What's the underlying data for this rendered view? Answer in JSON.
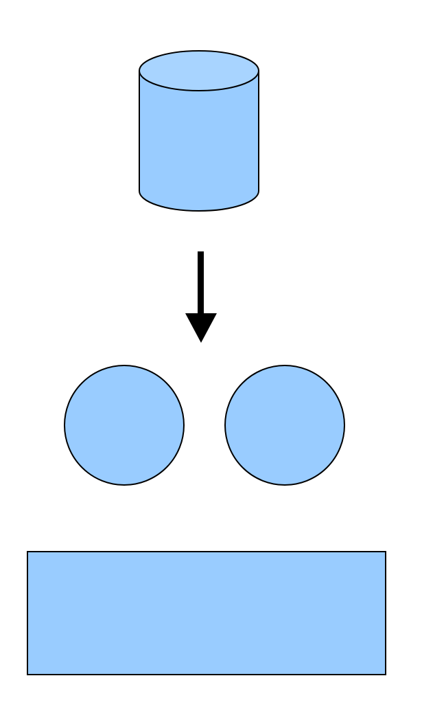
{
  "diagram": {
    "colors": {
      "shape_fill": "#99ccff",
      "cylinder_top_fill": "#a8d4ff",
      "stroke": "#000000",
      "arrow": "#000000",
      "background": "#ffffff"
    },
    "shapes": [
      {
        "kind": "cylinder",
        "id": "database"
      },
      {
        "kind": "arrow",
        "id": "down-arrow",
        "direction": "down"
      },
      {
        "kind": "circle",
        "id": "left-circle"
      },
      {
        "kind": "circle",
        "id": "right-circle"
      },
      {
        "kind": "rectangle",
        "id": "bottom-rectangle"
      }
    ]
  }
}
